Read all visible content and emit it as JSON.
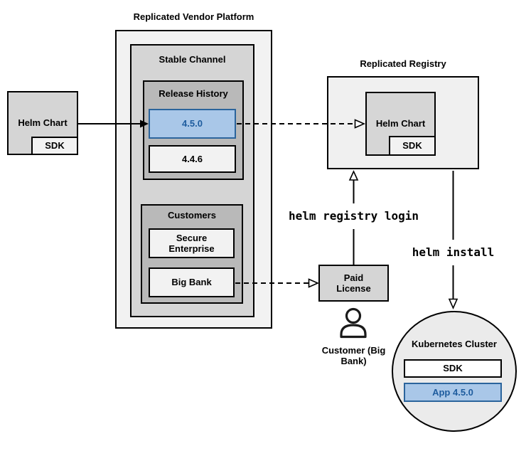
{
  "colors": {
    "accent_fill": "#a9c7e8",
    "accent_border": "#2b649c",
    "accent_text": "#1e5c9e"
  },
  "vendor_platform": {
    "title": "Replicated Vendor Platform",
    "stable_channel": {
      "title": "Stable Channel",
      "release_history": {
        "title": "Release History",
        "releases": [
          {
            "version": "4.5.0",
            "highlighted": true
          },
          {
            "version": "4.4.6",
            "highlighted": false
          }
        ]
      },
      "customers": {
        "title": "Customers",
        "items": [
          {
            "name": "Secure Enterprise"
          },
          {
            "name": "Big Bank"
          }
        ]
      }
    }
  },
  "helm_chart_source": {
    "label": "Helm Chart",
    "sdk": "SDK"
  },
  "registry": {
    "title": "Replicated Registry",
    "helm_chart": {
      "label": "Helm Chart",
      "sdk": "SDK"
    }
  },
  "paid_license": {
    "label": "Paid License"
  },
  "customer_actor": {
    "label": "Customer (Big Bank)"
  },
  "kubernetes_cluster": {
    "title": "Kubernetes Cluster",
    "sdk": "SDK",
    "app": "App 4.5.0"
  },
  "edge_labels": {
    "registry_login": "helm registry login",
    "install": "helm install"
  }
}
